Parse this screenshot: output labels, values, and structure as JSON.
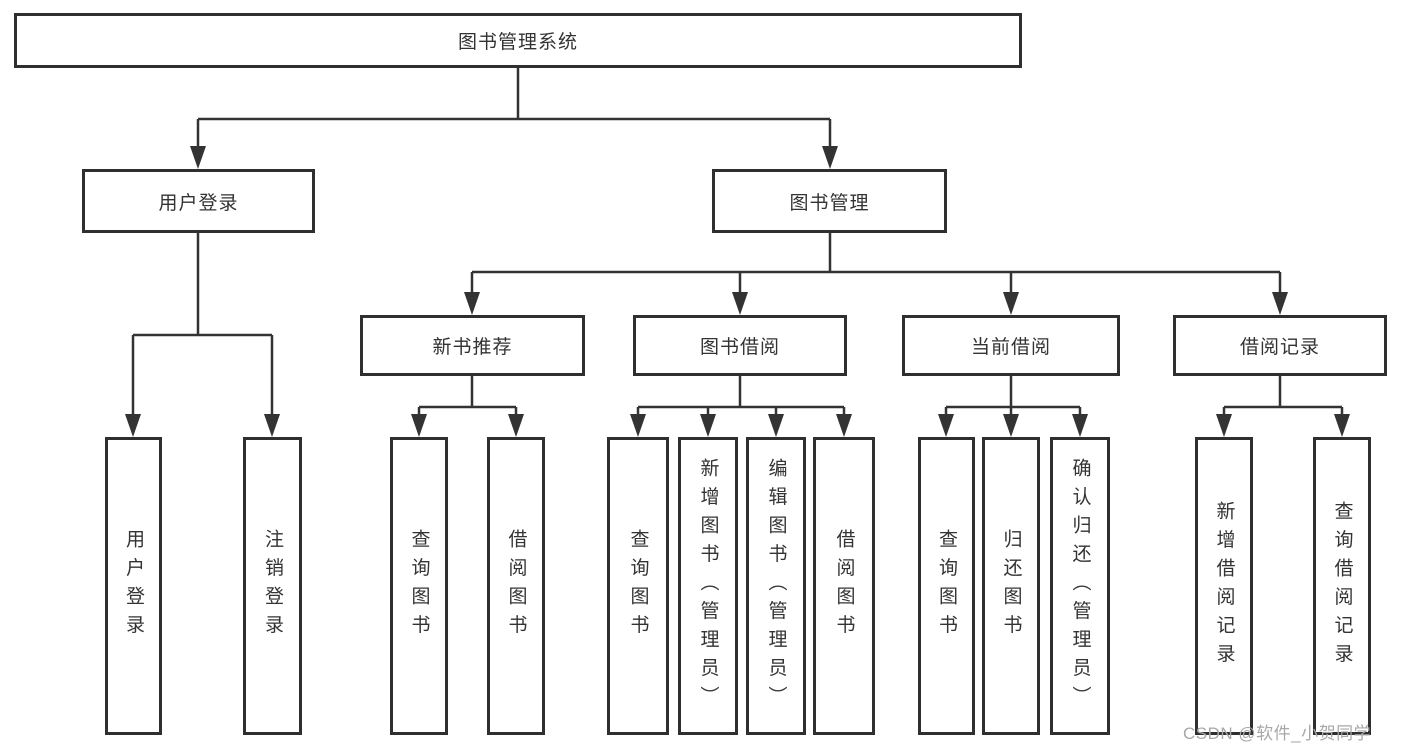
{
  "colors": {
    "line": "#333333",
    "box_border": "#2f2f2f",
    "text": "#333333",
    "background": "#ffffff",
    "watermark": "#a8a8a8"
  },
  "watermark": {
    "text": "CSDN @软件_小贺同学"
  },
  "tree": {
    "root": {
      "label": "图书管理系统"
    },
    "branches": [
      {
        "label": "用户登录",
        "children": [
          {
            "label": "用户登录"
          },
          {
            "label": "注销登录"
          }
        ]
      },
      {
        "label": "图书管理",
        "children": [
          {
            "label": "新书推荐",
            "children": [
              {
                "label": "查询图书"
              },
              {
                "label": "借阅图书"
              }
            ]
          },
          {
            "label": "图书借阅",
            "children": [
              {
                "label": "查询图书"
              },
              {
                "label": "新增图书（管理员）"
              },
              {
                "label": "编辑图书（管理员）"
              },
              {
                "label": "借阅图书"
              }
            ]
          },
          {
            "label": "当前借阅",
            "children": [
              {
                "label": "查询图书"
              },
              {
                "label": "归还图书"
              },
              {
                "label": "确认归还（管理员）"
              }
            ]
          },
          {
            "label": "借阅记录",
            "children": [
              {
                "label": "新增借阅记录"
              },
              {
                "label": "查询借阅记录"
              }
            ]
          }
        ]
      }
    ]
  }
}
